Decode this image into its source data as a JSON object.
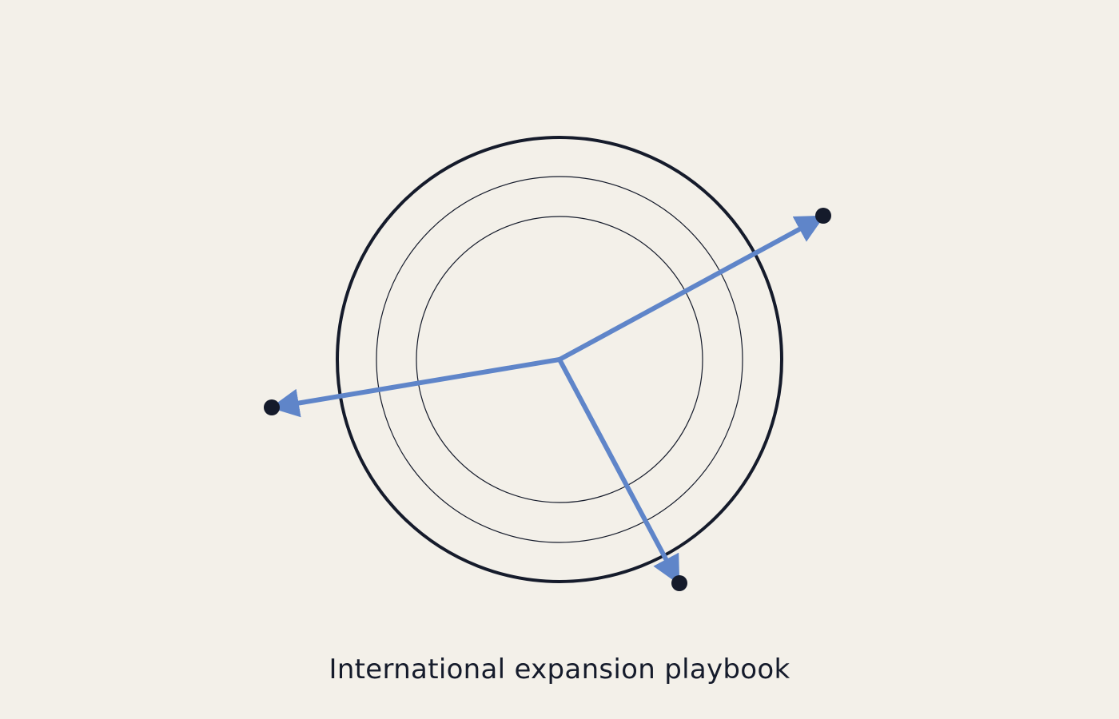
{
  "caption": "International expansion playbook",
  "colors": {
    "background": "#f3f0e9",
    "rings": "#151b2b",
    "arrows": "#5f85c9",
    "endpoints": "#151b2b",
    "text": "#151b2b"
  },
  "rings": [
    {
      "name": "outer-ring"
    },
    {
      "name": "middle-ring"
    },
    {
      "name": "inner-ring"
    }
  ],
  "arrows": [
    {
      "name": "arrow-upper-right"
    },
    {
      "name": "arrow-left"
    },
    {
      "name": "arrow-lower-right"
    }
  ]
}
